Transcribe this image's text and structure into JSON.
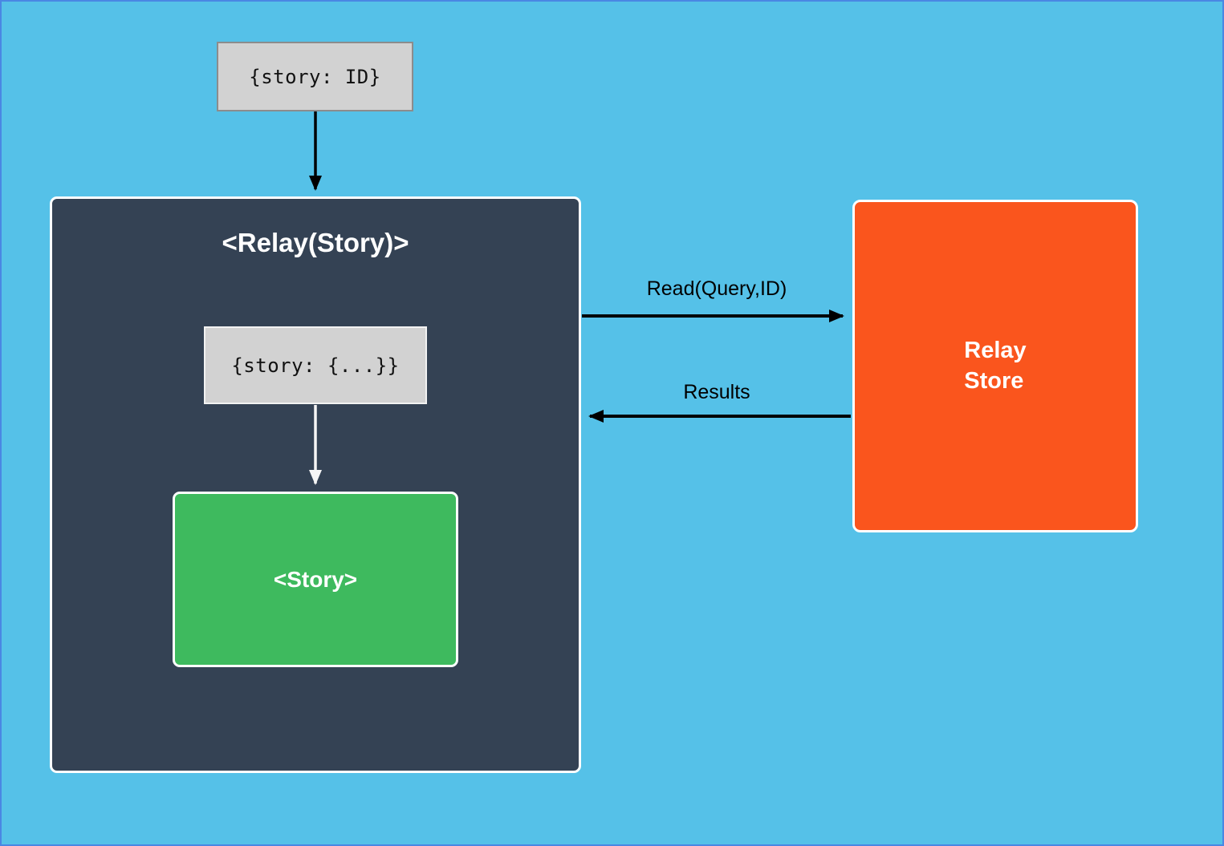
{
  "diagram": {
    "input_node": {
      "label": "{story: ID}"
    },
    "relay_container": {
      "title": "<Relay(Story)>"
    },
    "props_node": {
      "label": "{story: {...}}"
    },
    "story_node": {
      "label": "<Story>"
    },
    "store_node": {
      "line1": "Relay",
      "line2": "Store"
    },
    "arrows": {
      "read_label": "Read(Query,ID)",
      "results_label": "Results"
    },
    "colors": {
      "canvas_bg": "#55c1e8",
      "canvas_border": "#4a87e3",
      "container_bg": "#344254",
      "node_gray": "#d2d2d2",
      "node_green": "#3eba5e",
      "node_orange": "#fa551d",
      "arrow_black": "#000000",
      "arrow_white": "#f5f5f5"
    }
  }
}
